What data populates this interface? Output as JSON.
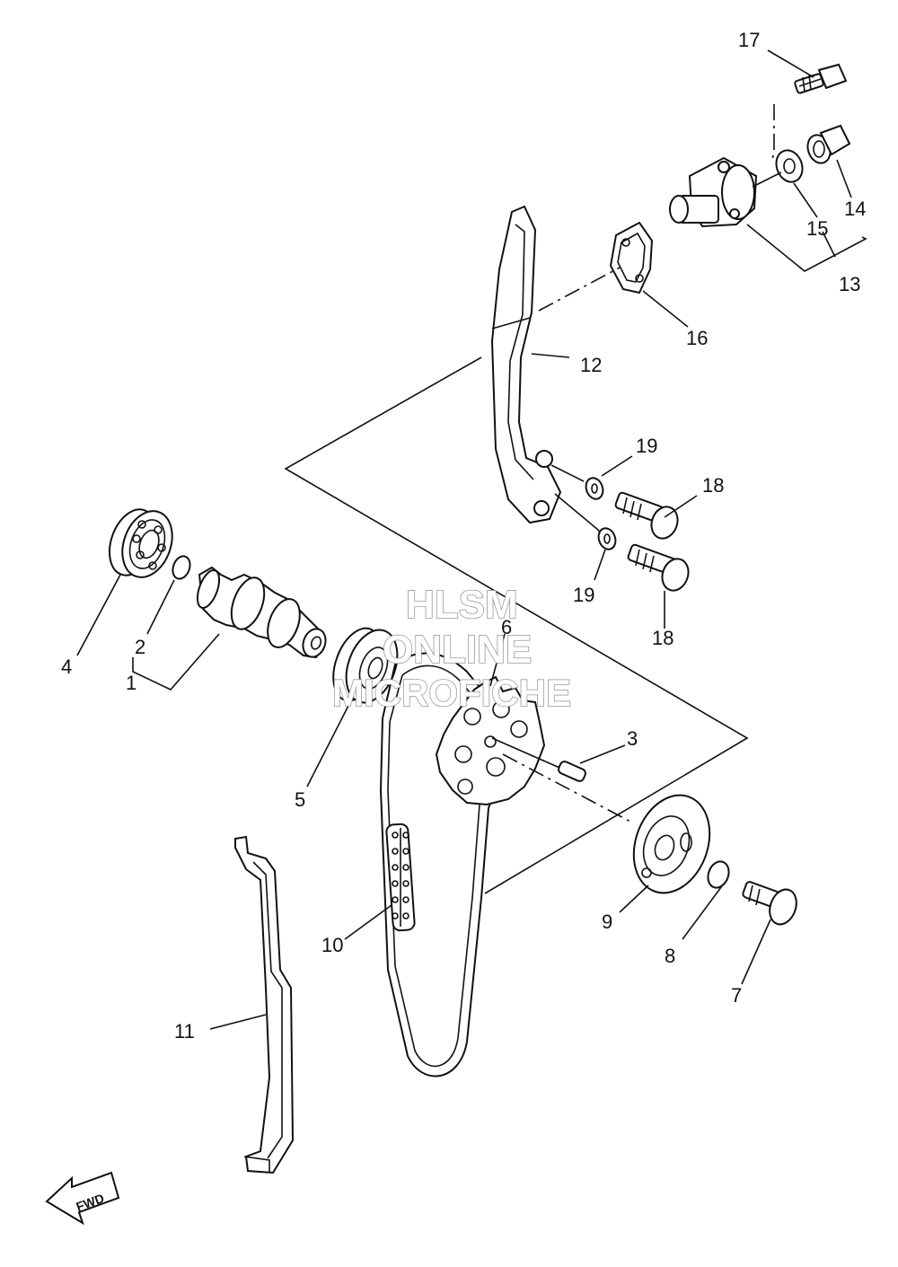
{
  "diagram": {
    "callouts": [
      "1",
      "2",
      "3",
      "4",
      "5",
      "6",
      "7",
      "8",
      "9",
      "10",
      "11",
      "12",
      "13",
      "14",
      "15",
      "16",
      "17",
      "18",
      "18",
      "19",
      "19"
    ],
    "watermark": [
      "HLSM",
      "ONLINE",
      "MICROFICHE"
    ],
    "direction_label": "FWD"
  }
}
